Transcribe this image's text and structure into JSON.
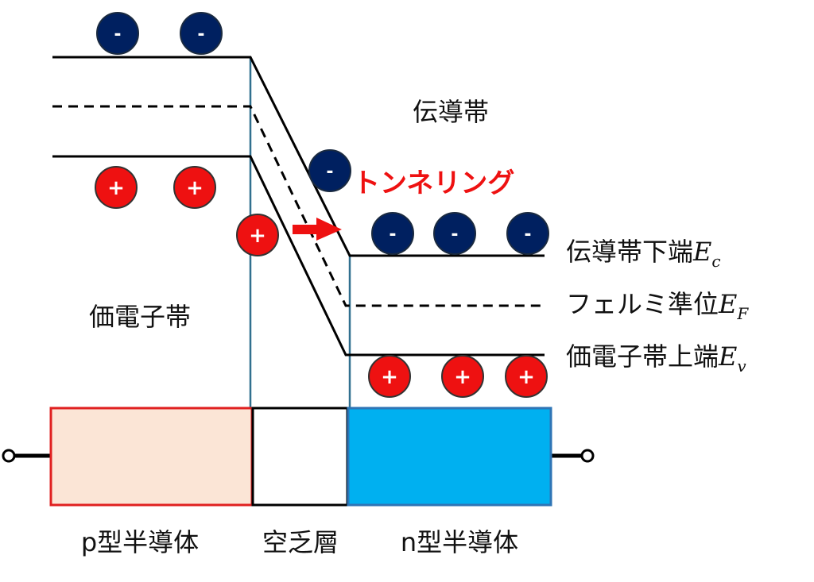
{
  "labels": {
    "conduction_band": "伝導帯",
    "valence_band": "価電子帯",
    "tunneling": "トンネリング",
    "ec_label": "伝導帯下端",
    "ec_symbol": "E",
    "ec_sub": "c",
    "ef_label": "フェルミ準位",
    "ef_symbol": "E",
    "ef_sub": "F",
    "ev_label": "価電子帯上端",
    "ev_symbol": "E",
    "ev_sub": "v",
    "p_region": "p型半導体",
    "depletion": "空乏層",
    "n_region": "n型半導体"
  },
  "charges": {
    "electron": "-",
    "hole": "+"
  },
  "colors": {
    "electron": "#002060",
    "hole": "#ee1111",
    "p_fill": "#fbe5d6",
    "p_stroke": "#e02020",
    "n_fill": "#00b0f0",
    "n_stroke": "#2e75b6",
    "junction_line": "#31708f",
    "tunneling": "#ee1111"
  }
}
